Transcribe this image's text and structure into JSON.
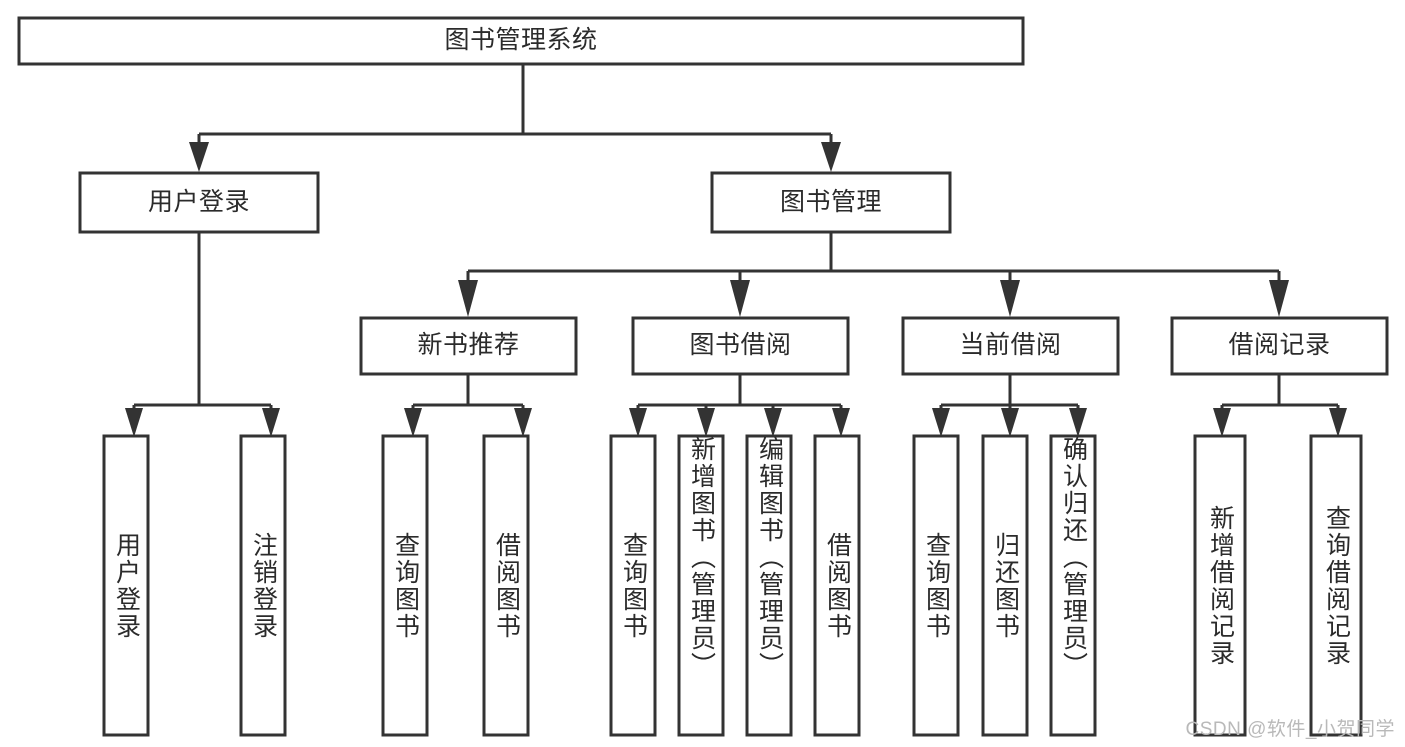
{
  "diagram": {
    "title": "图书管理系统",
    "type": "tree",
    "colors": {
      "stroke": "#333333",
      "box_fill": "#ffffff",
      "text": "#2b2b2b",
      "background": "#ffffff",
      "watermark": "#b9b9b9"
    },
    "root": {
      "label": "图书管理系统"
    },
    "level2": [
      {
        "label": "用户登录"
      },
      {
        "label": "图书管理"
      }
    ],
    "level3": [
      {
        "label": "新书推荐"
      },
      {
        "label": "图书借阅"
      },
      {
        "label": "当前借阅"
      },
      {
        "label": "借阅记录"
      }
    ],
    "leaves": {
      "user_login": [
        {
          "label": "用户登录"
        },
        {
          "label": "注销登录"
        }
      ],
      "new_book_recommend": [
        {
          "label": "查询图书"
        },
        {
          "label": "借阅图书"
        }
      ],
      "book_borrow": [
        {
          "label": "查询图书"
        },
        {
          "label": "新增图书（管理员）"
        },
        {
          "label": "编辑图书（管理员）"
        },
        {
          "label": "借阅图书"
        }
      ],
      "current_borrow": [
        {
          "label": "查询图书"
        },
        {
          "label": "归还图书"
        },
        {
          "label": "确认归还（管理员）"
        }
      ],
      "borrow_records": [
        {
          "label": "新增借阅记录"
        },
        {
          "label": "查询借阅记录"
        }
      ]
    },
    "watermark": "CSDN @软件_小贺同学"
  }
}
